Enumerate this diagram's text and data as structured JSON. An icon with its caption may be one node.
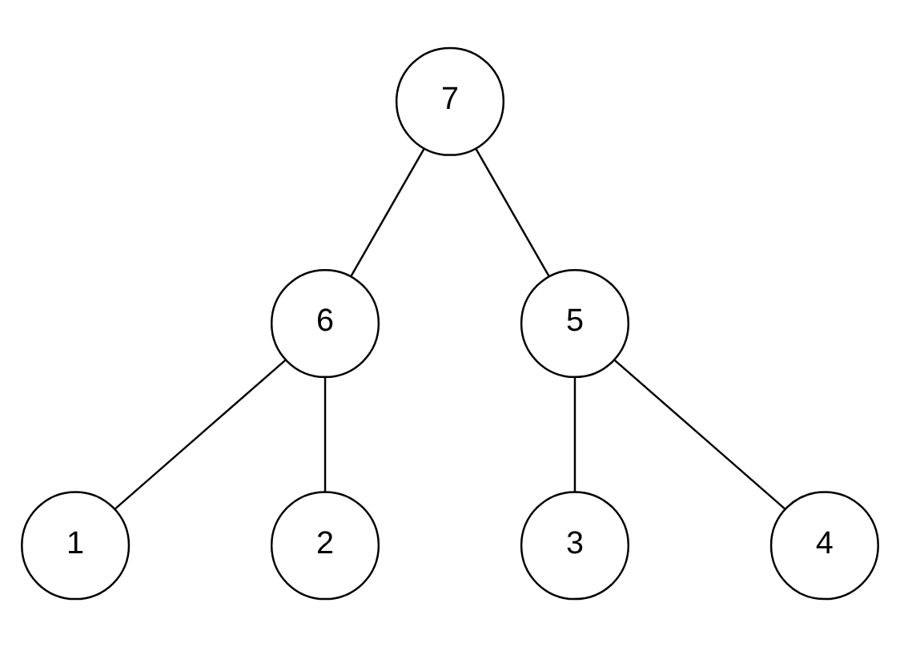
{
  "diagram": {
    "nodes": [
      {
        "text": [
          "7"
        ]
      },
      {
        "text": [
          "6"
        ]
      },
      {
        "text": [
          "5"
        ]
      },
      {
        "text": [
          "1"
        ]
      },
      {
        "text": [
          "2"
        ]
      },
      {
        "text": [
          "3"
        ]
      },
      {
        "text": [
          "4"
        ]
      }
    ],
    "edges": [
      {
        "from": 0,
        "to": 1,
        "arrow": "none"
      },
      {
        "from": 0,
        "to": 2,
        "arrow": "none"
      },
      {
        "from": 1,
        "to": 3,
        "arrow": "none"
      },
      {
        "from": 1,
        "to": 4,
        "arrow": "none"
      },
      {
        "from": 2,
        "to": 5,
        "arrow": "none"
      },
      {
        "from": 2,
        "to": 6,
        "arrow": "none"
      }
    ]
  }
}
